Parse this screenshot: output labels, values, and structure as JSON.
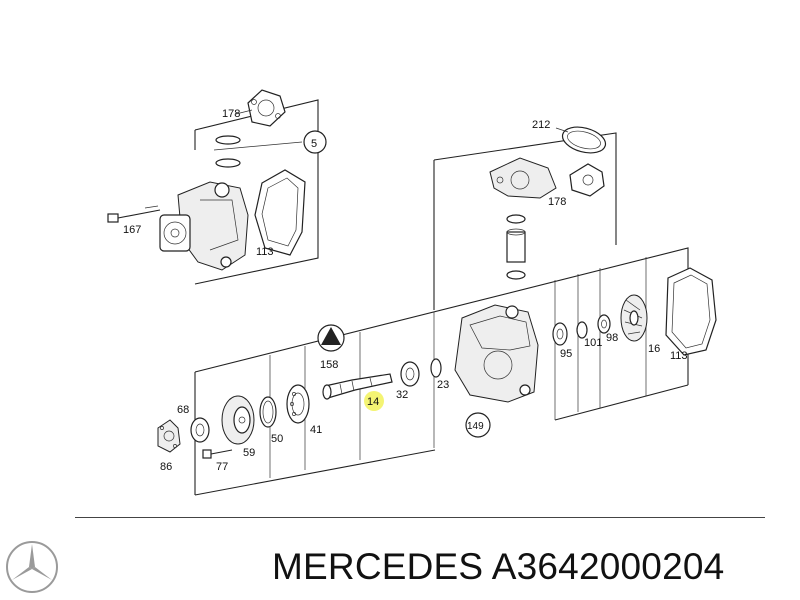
{
  "footer": {
    "brand": "MERCEDES",
    "part_number": "A3642000204"
  },
  "logo": {
    "icon": "mercedes-star-logo"
  },
  "highlight_color": "#f2f25a",
  "callouts": {
    "c178a": "178",
    "c5": "5",
    "c167": "167",
    "c113a": "113",
    "c212": "212",
    "c178b": "178",
    "c158": "158",
    "c95": "95",
    "c101": "101",
    "c98": "98",
    "c16": "16",
    "c113b": "113",
    "c23": "23",
    "c32": "32",
    "c14": "14",
    "c41": "41",
    "c50": "50",
    "c59": "59",
    "c68": "68",
    "c86": "86",
    "c77": "77",
    "c149": "149"
  }
}
